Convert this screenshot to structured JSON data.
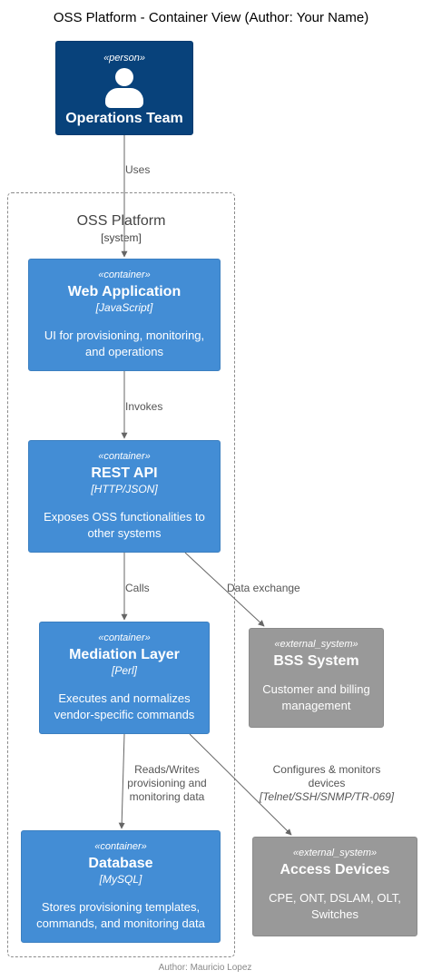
{
  "title": "OSS Platform - Container View (Author: Your Name)",
  "boundary": {
    "name": "OSS Platform",
    "type": "[system]"
  },
  "person": {
    "stereotype": "«person»",
    "name": "Operations Team",
    "icon": "person-icon"
  },
  "containers": {
    "web": {
      "stereotype": "«container»",
      "name": "Web Application",
      "tech": "[JavaScript]",
      "description": "UI for provisioning, monitoring,\nand operations"
    },
    "api": {
      "stereotype": "«container»",
      "name": "REST API",
      "tech": "[HTTP/JSON]",
      "description": "Exposes OSS functionalities to\nother systems"
    },
    "mediation": {
      "stereotype": "«container»",
      "name": "Mediation Layer",
      "tech": "[Perl]",
      "description": "Executes and normalizes\nvendor-specific commands"
    },
    "database": {
      "stereotype": "«container»",
      "name": "Database",
      "tech": "[MySQL]",
      "description": "Stores provisioning templates,\ncommands, and monitoring data"
    }
  },
  "external": {
    "bss": {
      "stereotype": "«external_system»",
      "name": "BSS System",
      "description": "Customer and billing\nmanagement"
    },
    "access": {
      "stereotype": "«external_system»",
      "name": "Access Devices",
      "description": "CPE, ONT, DSLAM, OLT,\nSwitches"
    }
  },
  "relations": {
    "uses": "Uses",
    "invokes": "Invokes",
    "calls": "Calls",
    "data_exchange": "Data exchange",
    "reads_writes_1": "Reads/Writes",
    "reads_writes_2": "provisioning and",
    "reads_writes_3": "monitoring data",
    "configures_1": "Configures & monitors",
    "configures_2": "devices",
    "configures_tech": "[Telnet/SSH/SNMP/TR-069]"
  },
  "colors": {
    "person": "#08427b",
    "container": "#438dd5",
    "external_system": "#999999",
    "edge": "#666666"
  },
  "footer": "Author: Mauricio Lopez"
}
